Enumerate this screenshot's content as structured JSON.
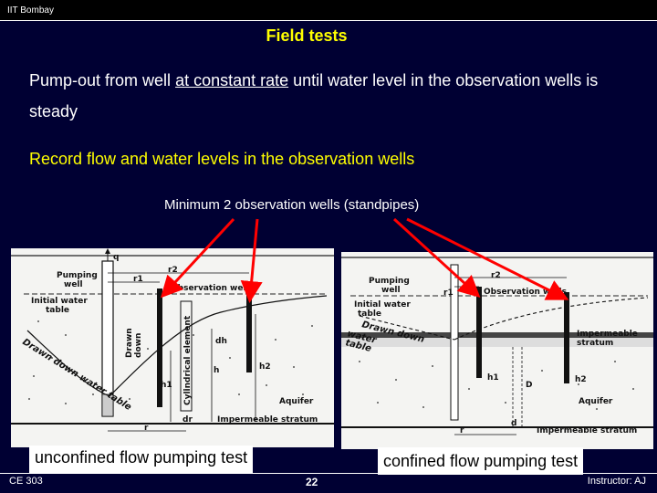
{
  "header": {
    "institution": "IIT Bombay"
  },
  "title": "Field tests",
  "body": {
    "line1_pre": "Pump-out from well ",
    "line1_underline": "at constant rate",
    "line1_post": " until water level in the observation wells is steady",
    "line2": "Record flow and water levels in the observation wells",
    "caption": "Minimum 2 observation wells (standpipes)"
  },
  "figures": {
    "left": {
      "caption": "unconfined flow pumping test",
      "labels": {
        "q": "q",
        "pumping_well": "Pumping\nwell",
        "r2": "r2",
        "r1": "r1",
        "observation_wells": "Observation wells",
        "initial_water_table": "Initial water\ntable",
        "drawn_down": "Drawn\ndown",
        "cylindrical_element": "Cylindrical element",
        "dh": "dh",
        "drawn_down_water_table": "Drawn down water table",
        "h": "h",
        "h1": "h1",
        "h2": "h2",
        "aquifer": "Aquifer",
        "dr": "dr",
        "impermeable_stratum": "Impermeable stratum",
        "r": "r"
      }
    },
    "right": {
      "caption": "confined flow pumping test",
      "labels": {
        "pumping_well": "Pumping\nwell",
        "r2": "r2",
        "r1": "r1",
        "observation_wells": "Observation wells",
        "initial_water_table": "Initial water\ntable",
        "drawn_down_water_table": "Drawn down\nwater\ntable",
        "impermeable_stratum_top": "Impermeable\nstratum",
        "h1": "h1",
        "h2": "h2",
        "d_upper": "D",
        "aquifer": "Aquifer",
        "r": "r",
        "d_lower": "d",
        "impermeable_stratum_bottom": "Impermeable stratum"
      }
    }
  },
  "footer": {
    "course": "CE 303",
    "page": "22",
    "instructor": "Instructor: AJ"
  },
  "colors": {
    "background": "#000033",
    "title": "#ffff00",
    "text": "#ffffff",
    "highlight": "#ffff00",
    "arrow": "#ff0000"
  }
}
